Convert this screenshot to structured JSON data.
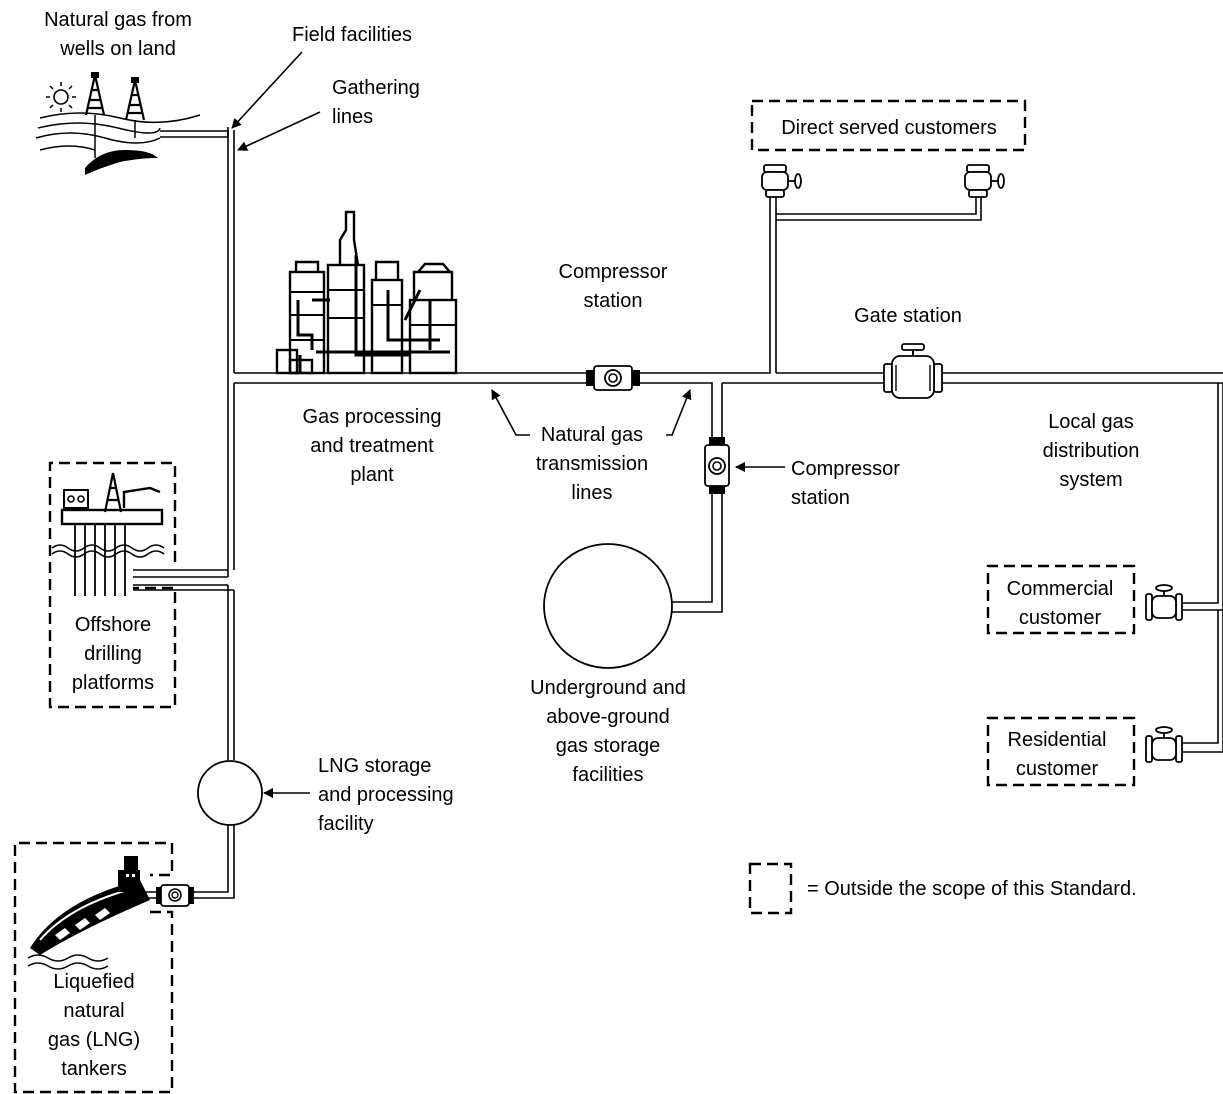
{
  "labels": {
    "wells_on_land": [
      "Natural gas from",
      "wells on land"
    ],
    "field_facilities": [
      "Field facilities"
    ],
    "gathering_lines": [
      "Gathering",
      "lines"
    ],
    "direct_served": [
      "Direct served customers"
    ],
    "compressor_top": [
      "Compressor",
      "station"
    ],
    "gate_station": [
      "Gate station"
    ],
    "processing_plant": [
      "Gas processing",
      "and treatment",
      "plant"
    ],
    "transmission_lines": [
      "Natural gas",
      "transmission",
      "lines"
    ],
    "compressor_right": [
      "Compressor",
      "station"
    ],
    "local_distribution": [
      "Local gas",
      "distribution",
      "system"
    ],
    "offshore": [
      "Offshore",
      "drilling",
      "platforms"
    ],
    "storage": [
      "Underground and",
      "above-ground",
      "gas storage",
      "facilities"
    ],
    "commercial": [
      "Commercial",
      "customer"
    ],
    "residential": [
      "Residential",
      "customer"
    ],
    "lng_facility": [
      "LNG storage",
      "and processing",
      "facility"
    ],
    "lng_tankers": [
      "Liquefied",
      "natural",
      "gas (LNG)",
      "tankers"
    ]
  },
  "legend": {
    "text": "= Outside the scope of this Standard."
  }
}
